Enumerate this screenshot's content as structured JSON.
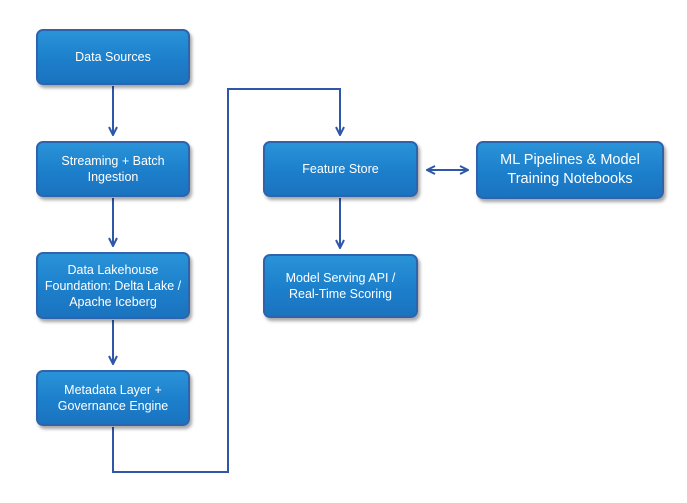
{
  "diagram": {
    "nodes": {
      "data_sources": "Data Sources",
      "ingestion": "Streaming + Batch Ingestion",
      "lakehouse": "Data Lakehouse Foundation: Delta Lake / Apache Iceberg",
      "metadata": "Metadata Layer + Governance Engine",
      "feature_store": "Feature Store",
      "model_serving": "Model Serving API / Real-Time Scoring",
      "ml_pipelines": "ML Pipelines & Model Training Notebooks"
    },
    "edges": [
      {
        "from": "Data Sources",
        "to": "Streaming + Batch Ingestion",
        "direction": "forward"
      },
      {
        "from": "Streaming + Batch Ingestion",
        "to": "Data Lakehouse Foundation: Delta Lake / Apache Iceberg",
        "direction": "forward"
      },
      {
        "from": "Data Lakehouse Foundation: Delta Lake / Apache Iceberg",
        "to": "Metadata Layer + Governance Engine",
        "direction": "forward"
      },
      {
        "from": "Metadata Layer + Governance Engine",
        "to": "Feature Store",
        "direction": "forward"
      },
      {
        "from": "Feature Store",
        "to": "Model Serving API / Real-Time Scoring",
        "direction": "forward"
      },
      {
        "from": "Feature Store",
        "to": "ML Pipelines & Model Training Notebooks",
        "direction": "bidirectional"
      }
    ],
    "colors": {
      "node_fill": "#1c7fcb",
      "node_border": "#2f64ad",
      "connector": "#2f57a8",
      "text": "#ffffff"
    }
  }
}
